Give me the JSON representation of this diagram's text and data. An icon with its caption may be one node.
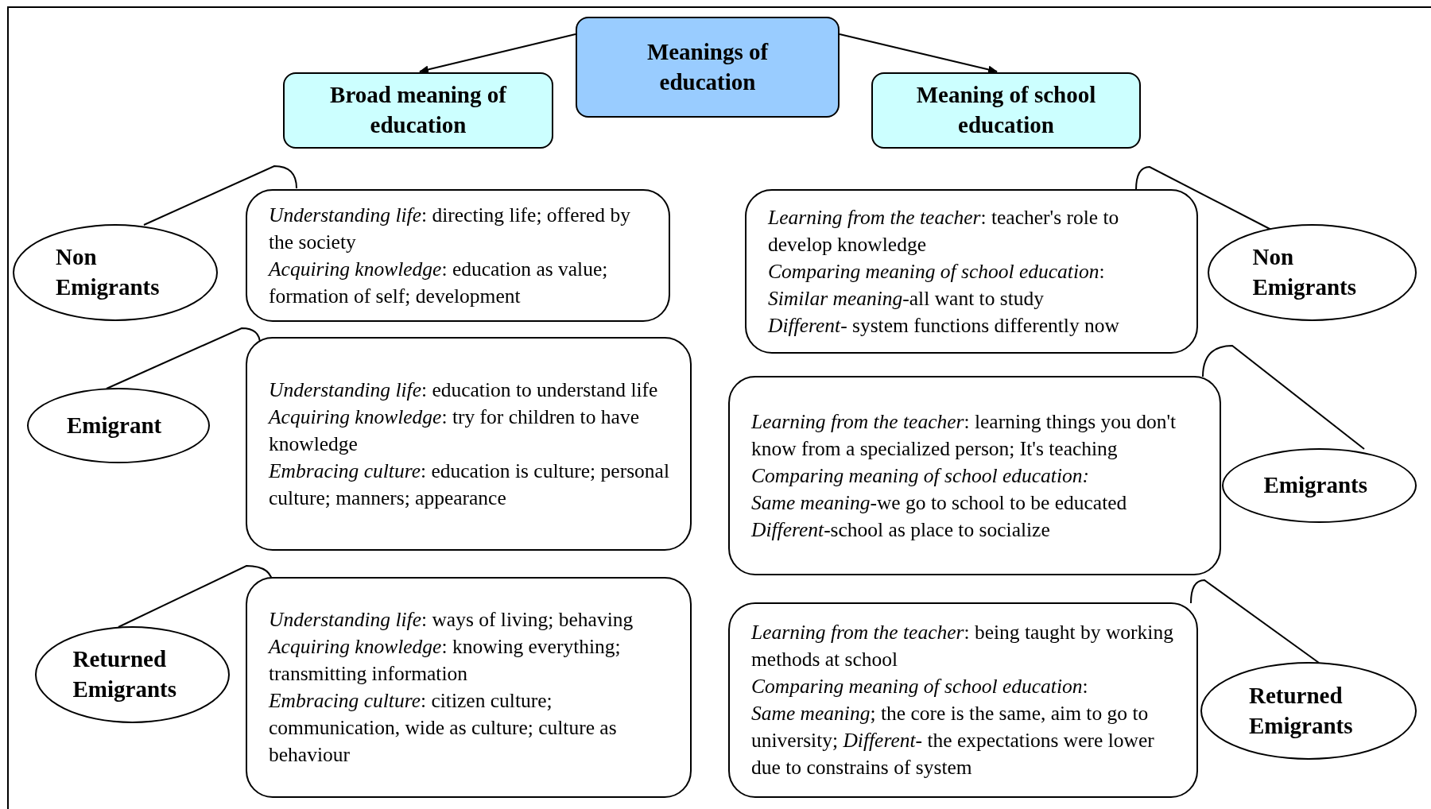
{
  "diagram": {
    "nodes": [
      {
        "text": [
          "Meanings of education"
        ]
      },
      {
        "text": [
          "Broad meaning of education"
        ]
      },
      {
        "text": [
          "Meaning of school education"
        ]
      },
      {
        "text": [
          "Non Emigrants"
        ]
      },
      {
        "text": [
          "*Understanding life*: directing life; offered by the society",
          "*Acquiring knowledge*: education as value; formation of self; development"
        ]
      },
      {
        "text": [
          "*Learning from the teacher*: teacher's role to develop knowledge",
          "*Comparing meaning of school education*:",
          "*Similar meaning*-all want to study",
          "*Different*- system functions differently now"
        ]
      },
      {
        "text": [
          "Non Emigrants"
        ]
      },
      {
        "text": [
          "Emigrant"
        ]
      },
      {
        "text": [
          "*Understanding life*: education to understand life",
          "*Acquiring knowledge*: try for children to have knowledge",
          "*Embracing culture*: education is culture; personal culture; manners; appearance"
        ]
      },
      {
        "text": [
          "*Learning from the teacher*: learning things you don't know from a specialized person; It's teaching",
          "*Comparing meaning of school education:*",
          "*Same meaning*-we go to school to be educated",
          "*Different*-school as place to socialize"
        ]
      },
      {
        "text": [
          "Emigrants"
        ]
      },
      {
        "text": [
          "Returned Emigrants"
        ]
      },
      {
        "text": [
          "*Understanding life*: ways of living; behaving",
          "*Acquiring knowledge*: knowing everything; transmitting information",
          "*Embracing culture*: citizen culture; communication, wide as culture; culture as behaviour"
        ]
      },
      {
        "text": [
          "*Learning from the teacher*: being taught by working methods at school",
          "*Comparing meaning of school education*:",
          "*Same meaning*; the core is the same, aim to go to university; *Different*- the expectations were lower due to constrains of system"
        ]
      },
      {
        "text": [
          "Returned Emigrants"
        ]
      }
    ],
    "edges": [
      {
        "from": 0,
        "to": 1,
        "arrow": "to"
      },
      {
        "from": 0,
        "to": 2,
        "arrow": "to"
      },
      {
        "from": 3,
        "to": 4,
        "arrow": "none"
      },
      {
        "from": 6,
        "to": 5,
        "arrow": "none"
      },
      {
        "from": 7,
        "to": 8,
        "arrow": "none"
      },
      {
        "from": 10,
        "to": 9,
        "arrow": "none"
      },
      {
        "from": 11,
        "to": 12,
        "arrow": "none"
      },
      {
        "from": 14,
        "to": 13,
        "arrow": "none"
      }
    ]
  }
}
